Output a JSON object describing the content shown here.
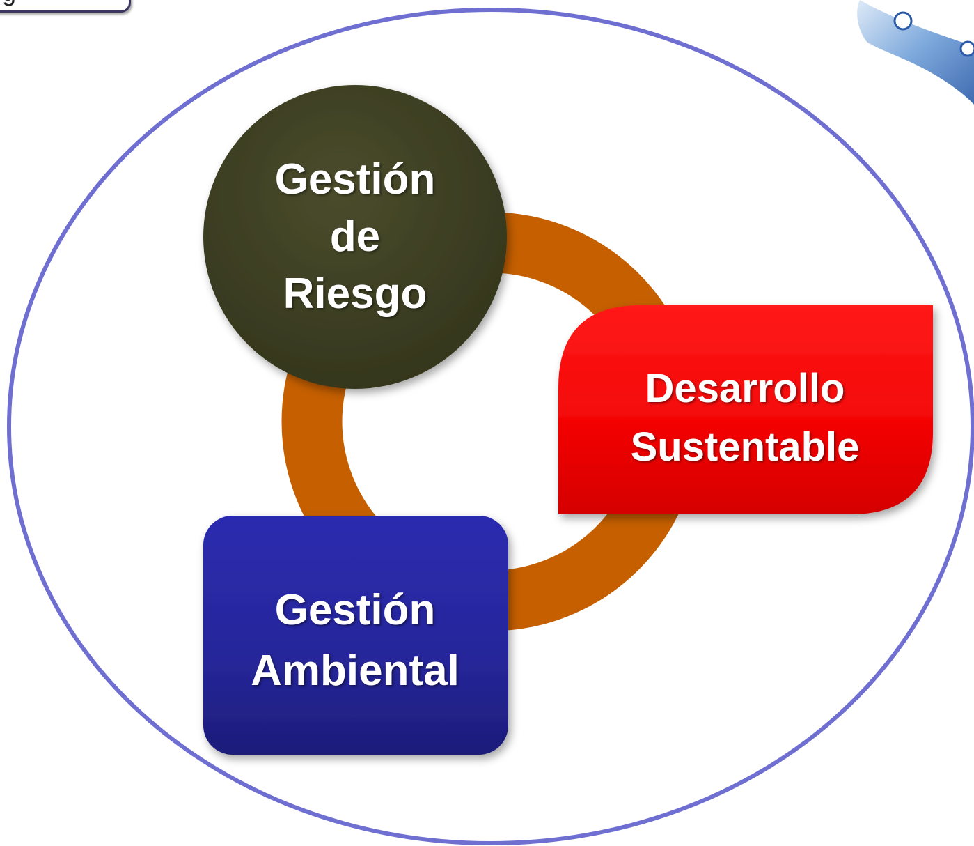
{
  "tab": {
    "label": "g"
  },
  "nodes": {
    "riesgo": {
      "line1": "Gestión",
      "line2": "de",
      "line3": "Riesgo"
    },
    "desarrollo": {
      "line1": "Desarrollo",
      "line2": "Sustentable"
    },
    "ambiental": {
      "line1": "Gestión",
      "line2": "Ambiental"
    }
  },
  "colors": {
    "outer_circle": "#6f6fd2",
    "ring": "#c55f00",
    "riesgo_fill": "#3b3d21",
    "desarrollo_fill": "#ff0d0d",
    "ambiental_fill": "#2a2a9e",
    "decoration": "#3c6fb8"
  }
}
